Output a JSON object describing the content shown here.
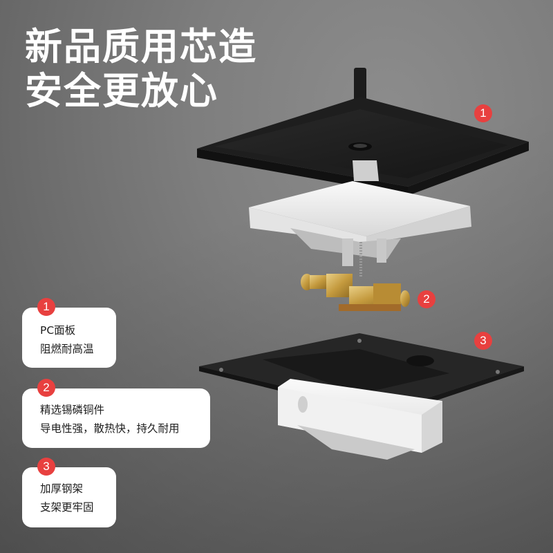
{
  "headline": {
    "line1": "新品质用芯造",
    "line2": "安全更放心"
  },
  "colors": {
    "badge": "#e8403f",
    "card": "#ffffff",
    "headline_text": "#ffffff",
    "panel_black": "#1d1d1d",
    "module_white": "#eeeeee",
    "copper_gold": "#c9a246"
  },
  "callouts": [
    {
      "number": "1",
      "title": "PC面板",
      "desc": "阻燃耐高温"
    },
    {
      "number": "2",
      "title": "精选锡磷铜件",
      "desc": "导电性强，散热快，持久耐用"
    },
    {
      "number": "3",
      "title": "加厚钢架",
      "desc": "支架更牢固"
    }
  ],
  "product_labels": [
    {
      "number": "1",
      "part": "panel-icon"
    },
    {
      "number": "2",
      "part": "copper-contacts-icon"
    },
    {
      "number": "3",
      "part": "steel-frame-icon"
    }
  ]
}
